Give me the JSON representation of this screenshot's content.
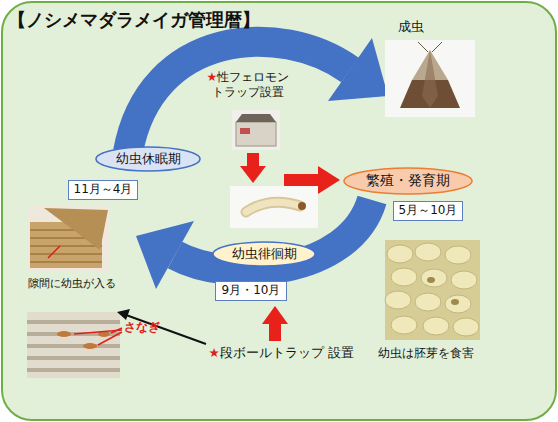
{
  "diagram": {
    "title": "【ノシメマダラメイガ管理暦】",
    "nodes": [
      {
        "text": [
          "幼虫休眠期"
        ]
      },
      {
        "text": [
          "11月～4月"
        ]
      },
      {
        "text": [
          "繁殖・発育期"
        ]
      },
      {
        "text": [
          "5月～10月"
        ]
      },
      {
        "text": [
          "幼虫徘徊期"
        ]
      },
      {
        "text": [
          "9月・10月"
        ]
      }
    ],
    "labels": [
      "成虫",
      "★性フェロモン トラップ設置",
      "隙間に幼虫が入る",
      "さなぎ",
      "幼虫は胚芽を食害",
      "★段ボールトラップ 設置"
    ]
  }
}
